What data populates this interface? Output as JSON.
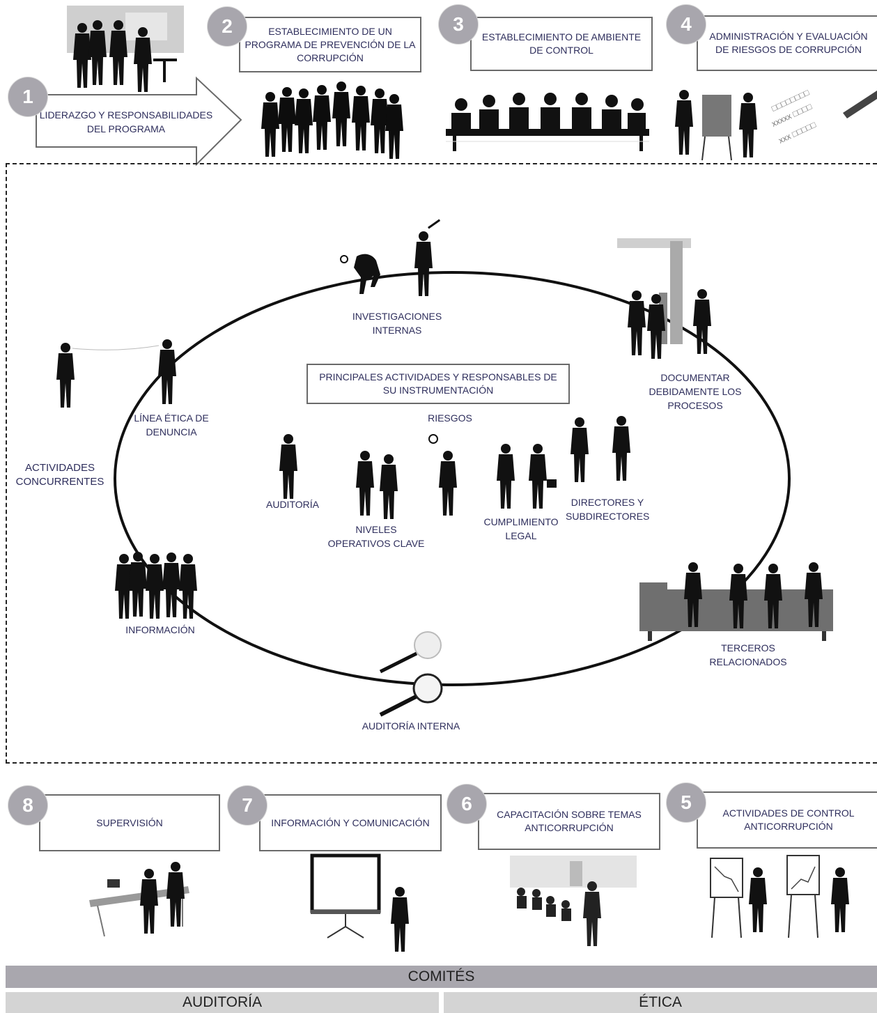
{
  "steps": [
    {
      "num": "1",
      "text": "LIDERAZGO Y RESPONSABILIDADES DEL PROGRAMA"
    },
    {
      "num": "2",
      "text": "ESTABLECIMIENTO DE UN PROGRAMA DE PREVENCIÓN DE LA CORRUPCIÓN"
    },
    {
      "num": "3",
      "text": "ESTABLECIMIENTO DE AMBIENTE DE CONTROL"
    },
    {
      "num": "4",
      "text": "ADMINISTRACIÓN Y EVALUACIÓN DE RIESGOS DE CORRUPCIÓN"
    },
    {
      "num": "5",
      "text": "ACTIVIDADES DE CONTROL ANTICORRUPCIÓN"
    },
    {
      "num": "6",
      "text": "CAPACITACIÓN SOBRE TEMAS ANTICORRUPCIÓN"
    },
    {
      "num": "7",
      "text": "INFORMACIÓN Y COMUNICACIÓN"
    },
    {
      "num": "8",
      "text": "SUPERVISIÓN"
    }
  ],
  "cycle": {
    "outer_label": "ACTIVIDADES CONCURRENTES",
    "center_title": "PRINCIPALES ACTIVIDADES Y RESPONSABLES DE SU INSTRUMENTACIÓN",
    "ring_items": {
      "investigaciones": "INVESTIGACIONES INTERNAS",
      "documentar": "DOCUMENTAR DEBIDAMENTE LOS PROCESOS",
      "linea_etica": "LÍNEA ÉTICA DE DENUNCIA",
      "informacion": "INFORMACIÓN",
      "auditoria_interna": "AUDITORÍA INTERNA",
      "terceros": "TERCEROS RELACIONADOS"
    },
    "inner_items": {
      "riesgos": "RIESGOS",
      "auditoria": "AUDITORÍA",
      "niveles": "NIVELES OPERATIVOS CLAVE",
      "cumplimiento": "CUMPLIMIENTO LEGAL",
      "directores": "DIRECTORES Y SUBDIRECTORES"
    }
  },
  "comites": {
    "title": "COMITÉS",
    "left": "AUDITORÍA",
    "right": "ÉTICA"
  }
}
